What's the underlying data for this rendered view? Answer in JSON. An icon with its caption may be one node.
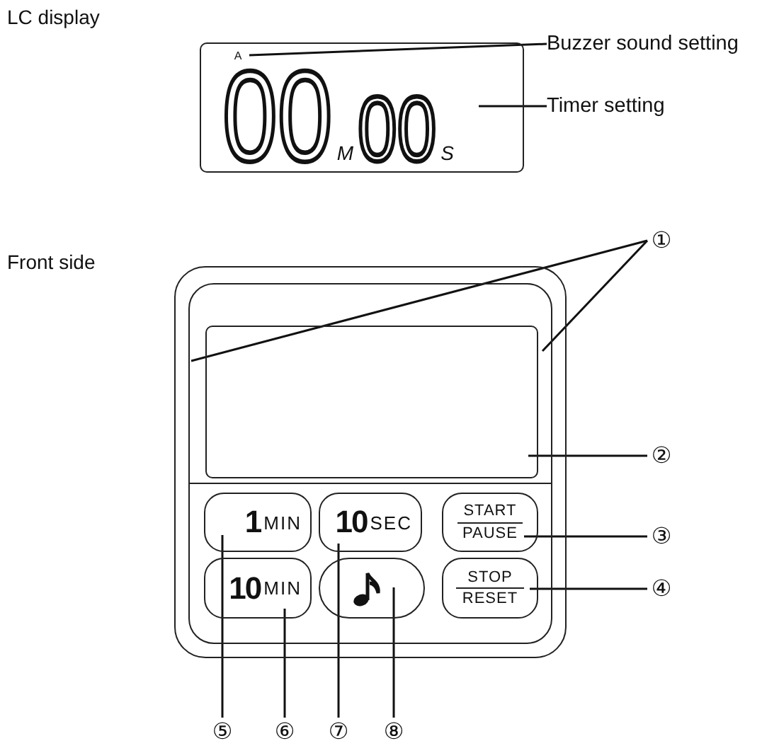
{
  "diagram": {
    "nodes": [
      {
        "text": [],
        "shape": "box"
      },
      {
        "text": [
          "A"
        ],
        "in": 0
      },
      {
        "text": [
          "00",
          "M",
          "00",
          "S"
        ],
        "in": 0
      },
      {
        "text": [
          "Buzzer sound setting"
        ]
      },
      {
        "text": [
          "Timer setting"
        ]
      },
      {
        "text": [],
        "shape": "box"
      },
      {
        "text": [],
        "shape": "box",
        "in": 5
      },
      {
        "text": [
          "1",
          "MIN"
        ],
        "in": 5
      },
      {
        "text": [
          "10",
          "SEC"
        ],
        "in": 5
      },
      {
        "text": [
          "START",
          "PAUSE"
        ],
        "in": 5
      },
      {
        "text": [
          "10",
          "MIN"
        ],
        "in": 5
      },
      {
        "text": [],
        "shape": "box",
        "in": 5
      },
      {
        "text": [
          "STOP",
          "RESET"
        ],
        "in": 5
      },
      {
        "text": [
          "①"
        ]
      },
      {
        "text": [
          "②"
        ]
      },
      {
        "text": [
          "③"
        ]
      },
      {
        "text": [
          "④"
        ]
      },
      {
        "text": [
          "⑤"
        ]
      },
      {
        "text": [
          "⑥"
        ]
      },
      {
        "text": [
          "⑦"
        ]
      },
      {
        "text": [
          "⑧"
        ]
      }
    ],
    "edges": [
      {
        "from": 3,
        "to": 1,
        "arrow": "none"
      },
      {
        "from": 4,
        "to": 2,
        "arrow": "none"
      },
      {
        "from": 13,
        "to": 5,
        "arrow": "none"
      },
      {
        "from": 13,
        "to": 5,
        "arrow": "none"
      },
      {
        "from": 14,
        "to": 6,
        "arrow": "none"
      },
      {
        "from": 15,
        "to": 9,
        "arrow": "none"
      },
      {
        "from": 16,
        "to": 12,
        "arrow": "none"
      },
      {
        "from": 17,
        "to": 7,
        "arrow": "none"
      },
      {
        "from": 18,
        "to": 10,
        "arrow": "none"
      },
      {
        "from": 19,
        "to": 8,
        "arrow": "none"
      },
      {
        "from": 20,
        "to": 11,
        "arrow": "none"
      }
    ],
    "labels": [
      "LC display",
      "Front side"
    ]
  }
}
